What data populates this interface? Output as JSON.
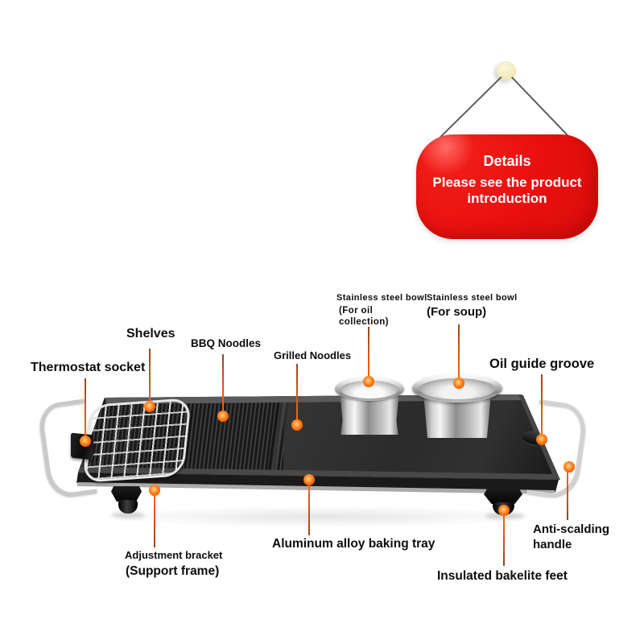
{
  "tag": {
    "title": "Details",
    "subtitle": "Please see the product introduction"
  },
  "callouts": {
    "shelves": "Shelves",
    "bbq_noodles": "BBQ Noodles",
    "grilled_noodles": "Grilled Noodles",
    "thermostat_socket": "Thermostat socket",
    "bowl_oil": {
      "title": "Stainless steel bowl",
      "subtitle": "(For oil collection)"
    },
    "bowl_soup": {
      "title": "Stainless steel bowl",
      "subtitle": "(For soup)"
    },
    "oil_guide_groove": "Oil guide groove",
    "anti_scalding_handle": "Anti-scalding handle",
    "aluminum_tray": "Aluminum alloy baking tray",
    "adjustment_bracket": {
      "title": "Adjustment bracket",
      "subtitle": "(Support frame)"
    },
    "insulated_feet": "Insulated bakelite feet"
  },
  "colors": {
    "accent_orange": "#ff6505",
    "callout_line": "#d9531e",
    "tag_red": "#e8100e",
    "pin_cream": "#f4edc6",
    "tray_black": "#262626",
    "steel_silver": "#c9c9c9",
    "background": "#ffffff"
  }
}
